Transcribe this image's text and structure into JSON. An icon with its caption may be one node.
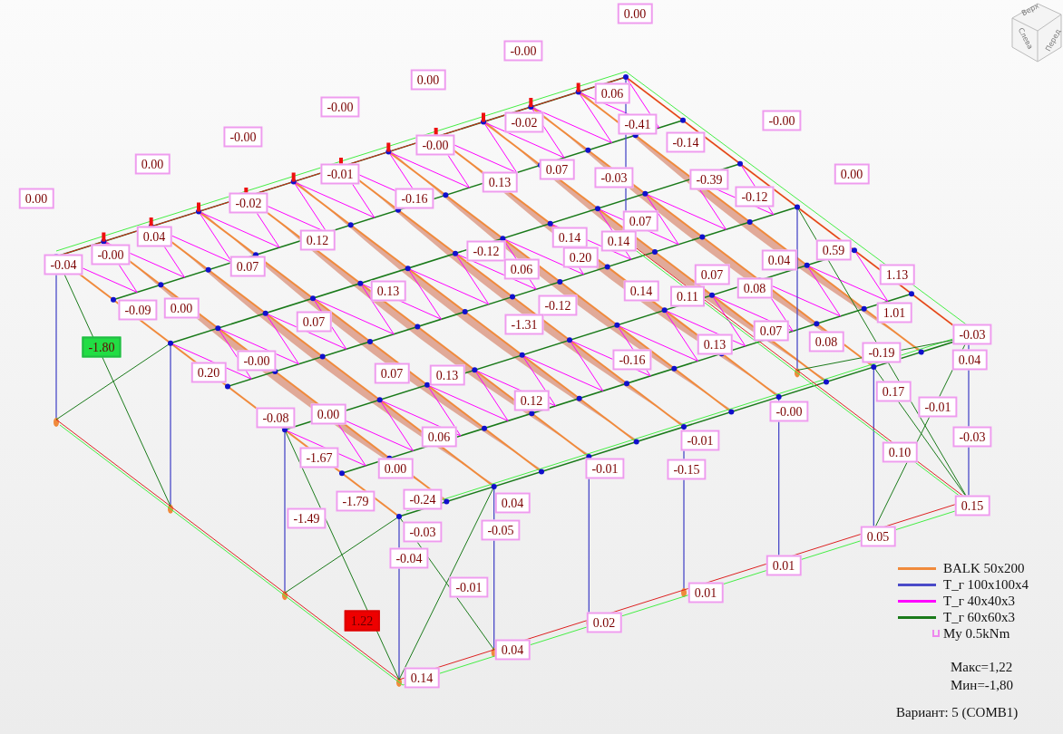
{
  "diagram": {
    "labels": [
      "0.00",
      "Верх",
      "Слева",
      "Перед",
      "-0.00",
      "0.00",
      "0.06",
      "-0.00",
      "-0.00",
      "-0.02",
      "-0.41",
      "-0.00",
      "-0.14",
      "-0.00",
      "0.00",
      "0.07",
      "-0.01",
      "0.00",
      "-0.03",
      "-0.39",
      "0.13",
      "-0.12",
      "0.00",
      "-0.16",
      "-0.02",
      "0.07",
      "0.04",
      "0.14",
      "0.12",
      "0.14",
      "0.59",
      "-0.12",
      "0.20",
      "-0.00",
      "0.04",
      "-0.04",
      "0.07",
      "0.06",
      "0.07",
      "1.13",
      "0.08",
      "0.14",
      "0.13",
      "0.11",
      "-0.12",
      "0.00",
      "-0.09",
      "1.01",
      "0.07",
      "-1.31",
      "0.07",
      "-0.03",
      "0.08",
      "0.13",
      "-1.80",
      "-0.19",
      "-0.16",
      "0.04",
      "-0.00",
      "0.20",
      "0.07",
      "0.13",
      "0.17",
      "0.12",
      "-0.01",
      "-0.00",
      "0.00",
      "-0.08",
      "-0.01",
      "0.06",
      "-0.03",
      "0.10",
      "-1.67",
      "0.00",
      "-0.01",
      "-0.15",
      "-0.24",
      "0.04",
      "-1.79",
      "0.15",
      "-1.49",
      "-0.05",
      "-0.03",
      "0.05",
      "-0.04",
      "0.01",
      "-0.01",
      "0.01",
      "1.22",
      "0.02",
      "0.04",
      "0.14",
      "Макс=1,22",
      "Мин=-1,80",
      "Вариант: 5 (COMB1)"
    ],
    "legend": [
      {
        "text": "BALK 50x200",
        "color": "#f08a3c"
      },
      {
        "text": "T_г 100x100x4",
        "color": "#4a4ac8"
      },
      {
        "text": "T_г 40x40x3",
        "color": "#ff00ff"
      },
      {
        "text": "T_г 60x60x3",
        "color": "#1a7a1a"
      },
      {
        "text": "My  0.5kNm"
      }
    ]
  }
}
